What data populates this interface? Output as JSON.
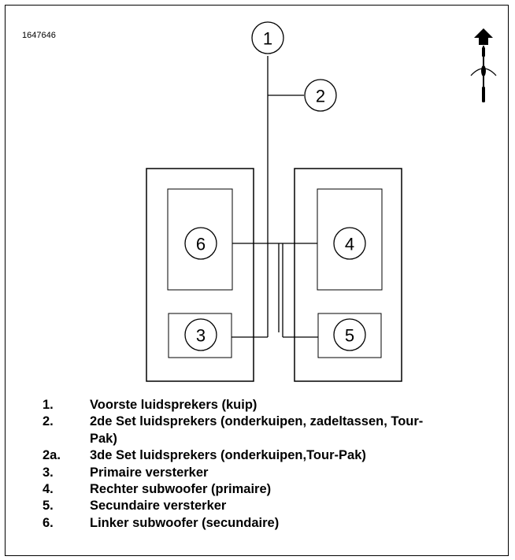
{
  "figure_id": "1647646",
  "callouts": [
    "1",
    "2",
    "6",
    "4",
    "3",
    "5"
  ],
  "legend": [
    {
      "num": "1.",
      "text": "Voorste luidsprekers (kuip)"
    },
    {
      "num": "2.",
      "text": "2de Set luidsprekers (onderkuipen, zadeltassen, Tour-Pak)"
    },
    {
      "num": "2a.",
      "text": "3de Set luidsprekers (onderkuipen,Tour-Pak)"
    },
    {
      "num": "3.",
      "text": "Primaire versterker"
    },
    {
      "num": "4.",
      "text": "Rechter subwoofer (primaire)"
    },
    {
      "num": "5.",
      "text": "Secundaire versterker"
    },
    {
      "num": "6.",
      "text": "Linker subwoofer (secundaire)"
    }
  ]
}
